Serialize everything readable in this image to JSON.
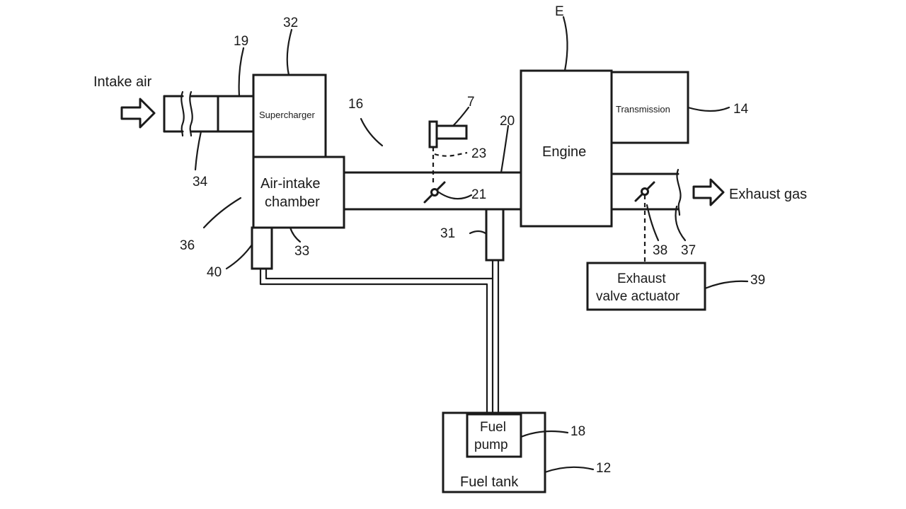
{
  "labels": {
    "intake_air": "Intake air",
    "exhaust_gas": "Exhaust gas",
    "supercharger": "Supercharger",
    "air_intake_line1": "Air-intake",
    "air_intake_line2": "chamber",
    "engine": "Engine",
    "transmission": "Transmission",
    "exhaust_actuator_line1": "Exhaust",
    "exhaust_actuator_line2": "valve actuator",
    "fuel_pump_line1": "Fuel",
    "fuel_pump_line2": "pump",
    "fuel_tank": "Fuel tank"
  },
  "refs": {
    "r19": "19",
    "r32": "32",
    "r34": "34",
    "r36": "36",
    "r40": "40",
    "r33": "33",
    "r16": "16",
    "r7": "7",
    "r20": "20",
    "r23": "23",
    "r21": "21",
    "r31": "31",
    "rE": "E",
    "r14": "14",
    "r38": "38",
    "r37": "37",
    "r39": "39",
    "r18": "18",
    "r12": "12"
  }
}
